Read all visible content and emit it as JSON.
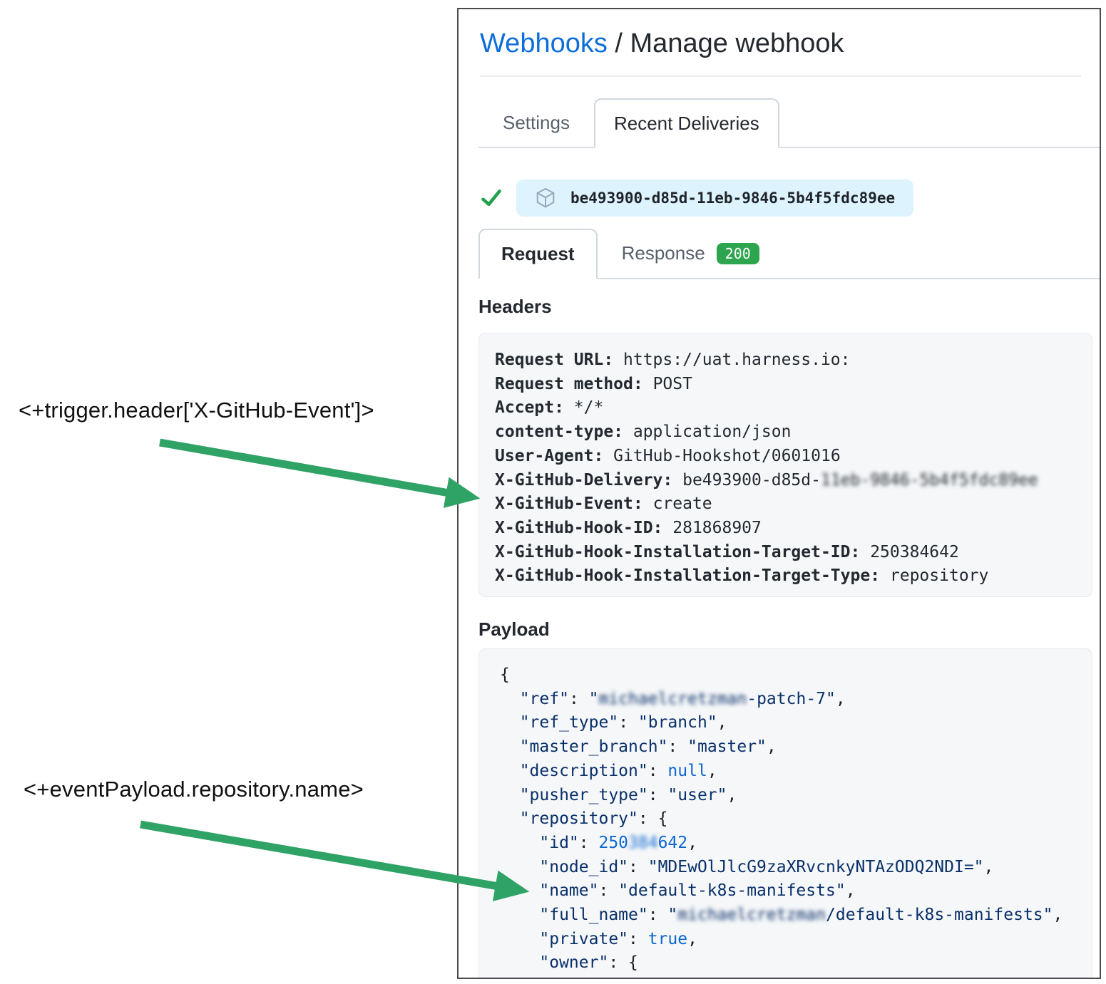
{
  "annotations": {
    "trigger_expression": "<+trigger.header['X-GitHub-Event']>",
    "payload_expression": "<+eventPayload.repository.name>"
  },
  "breadcrumb": {
    "link": "Webhooks",
    "rest": " / Manage webhook"
  },
  "tabs": {
    "settings": "Settings",
    "recent_deliveries": "Recent Deliveries"
  },
  "delivery": {
    "id": "be493900-d85d-11eb-9846-5b4f5fdc89ee"
  },
  "subtabs": {
    "request": "Request",
    "response": "Response",
    "status_code": "200"
  },
  "headers_section": {
    "title": "Headers",
    "lines": [
      {
        "label": "Request URL:",
        "value": "https://uat.harness.io:"
      },
      {
        "label": "Request method:",
        "value": "POST"
      },
      {
        "label": "Accept:",
        "value": "*/*"
      },
      {
        "label": "content-type:",
        "value": "application/json"
      },
      {
        "label": "User-Agent:",
        "value": "GitHub-Hookshot/0601016"
      },
      {
        "label": "X-GitHub-Delivery:",
        "value": "be493900-d85d-",
        "redacted": "11eb-9846-5b4f5fdc89ee"
      },
      {
        "label": "X-GitHub-Event:",
        "value": "create"
      },
      {
        "label": "X-GitHub-Hook-ID:",
        "value": "281868907"
      },
      {
        "label": "X-GitHub-Hook-Installation-Target-ID:",
        "value": "250384642"
      },
      {
        "label": "X-GitHub-Hook-Installation-Target-Type:",
        "value": "repository"
      }
    ]
  },
  "payload_section": {
    "title": "Payload",
    "lines": [
      [
        [
          "plain",
          "{"
        ]
      ],
      [
        [
          "plain",
          "  "
        ],
        [
          "str",
          "\"ref\""
        ],
        [
          "plain",
          ": "
        ],
        [
          "str",
          "\""
        ],
        [
          "str-blur",
          "michaelcretzman"
        ],
        [
          "str",
          "-patch-7\""
        ],
        [
          "plain",
          ","
        ]
      ],
      [
        [
          "plain",
          "  "
        ],
        [
          "str",
          "\"ref_type\""
        ],
        [
          "plain",
          ": "
        ],
        [
          "str",
          "\"branch\""
        ],
        [
          "plain",
          ","
        ]
      ],
      [
        [
          "plain",
          "  "
        ],
        [
          "str",
          "\"master_branch\""
        ],
        [
          "plain",
          ": "
        ],
        [
          "str",
          "\"master\""
        ],
        [
          "plain",
          ","
        ]
      ],
      [
        [
          "plain",
          "  "
        ],
        [
          "str",
          "\"description\""
        ],
        [
          "plain",
          ": "
        ],
        [
          "lit",
          "null"
        ],
        [
          "plain",
          ","
        ]
      ],
      [
        [
          "plain",
          "  "
        ],
        [
          "str",
          "\"pusher_type\""
        ],
        [
          "plain",
          ": "
        ],
        [
          "str",
          "\"user\""
        ],
        [
          "plain",
          ","
        ]
      ],
      [
        [
          "plain",
          "  "
        ],
        [
          "str",
          "\"repository\""
        ],
        [
          "plain",
          ": {"
        ]
      ],
      [
        [
          "plain",
          "    "
        ],
        [
          "str",
          "\"id\""
        ],
        [
          "plain",
          ": "
        ],
        [
          "lit",
          "250"
        ],
        [
          "lit-blur",
          "384"
        ],
        [
          "lit",
          "642"
        ],
        [
          "plain",
          ","
        ]
      ],
      [
        [
          "plain",
          "    "
        ],
        [
          "str",
          "\"node_id\""
        ],
        [
          "plain",
          ": "
        ],
        [
          "str",
          "\"MDEwOlJlcG9zaXRvcnkyNTAzODQ2NDI=\""
        ],
        [
          "plain",
          ","
        ]
      ],
      [
        [
          "plain",
          "    "
        ],
        [
          "str",
          "\"name\""
        ],
        [
          "plain",
          ": "
        ],
        [
          "str",
          "\"default-k8s-manifests\""
        ],
        [
          "plain",
          ","
        ]
      ],
      [
        [
          "plain",
          "    "
        ],
        [
          "str",
          "\"full_name\""
        ],
        [
          "plain",
          ": "
        ],
        [
          "str",
          "\""
        ],
        [
          "str-blur",
          "michaelcretzman"
        ],
        [
          "str",
          "/default-k8s-manifests\""
        ],
        [
          "plain",
          ","
        ]
      ],
      [
        [
          "plain",
          "    "
        ],
        [
          "str",
          "\"private\""
        ],
        [
          "plain",
          ": "
        ],
        [
          "lit",
          "true"
        ],
        [
          "plain",
          ","
        ]
      ],
      [
        [
          "plain",
          "    "
        ],
        [
          "str",
          "\"owner\""
        ],
        [
          "plain",
          ": {"
        ]
      ]
    ]
  },
  "colors": {
    "arrow_green": "#2fa366",
    "link_blue": "#0d6edb",
    "badge_green": "#2da44e",
    "check_green": "#22a04b",
    "code_string": "#0a3069",
    "code_literal": "#0d67d0"
  }
}
